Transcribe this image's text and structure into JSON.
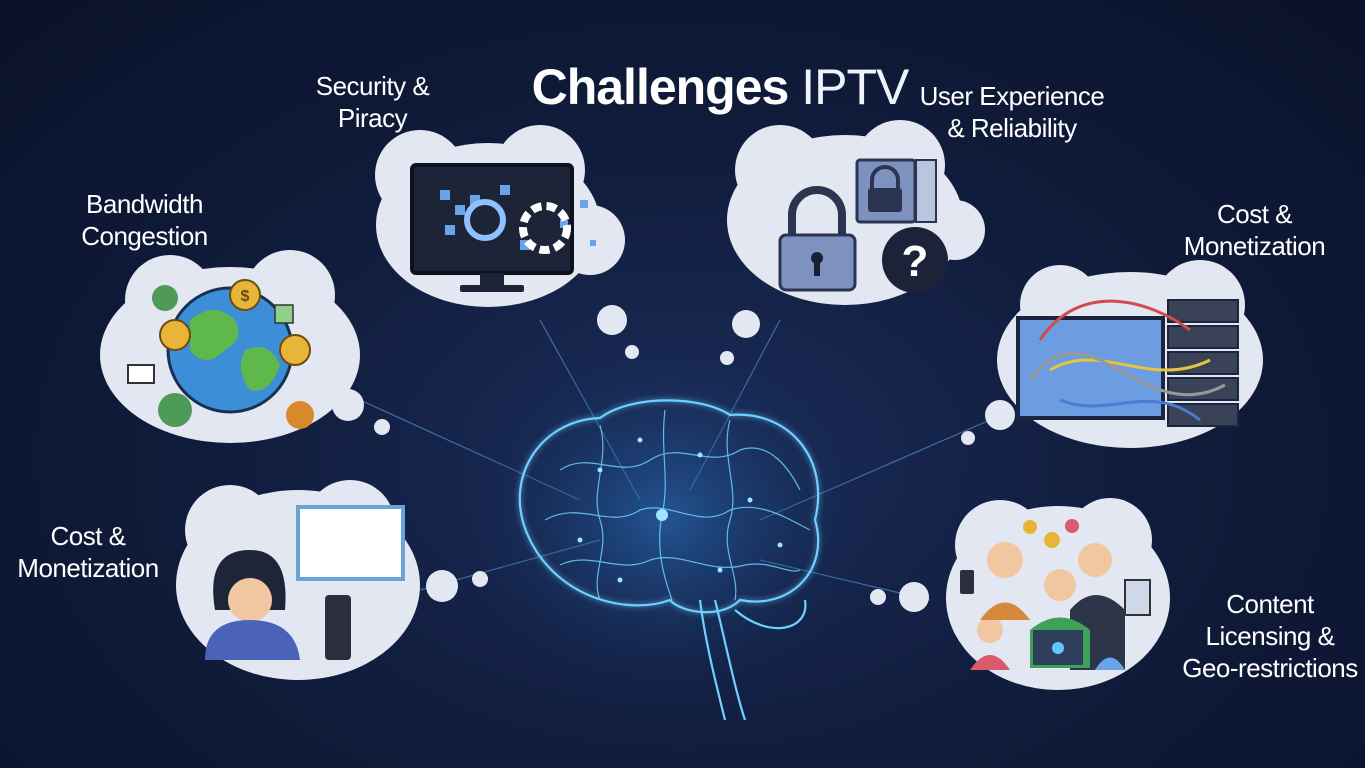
{
  "title": {
    "bold": "Challenges",
    "light": "IPTV"
  },
  "labels": {
    "security": "Security & Piracy",
    "user_experience": "User Experience & Reliability",
    "bandwidth": "Bandwidth Congestion",
    "cost_right": "Cost & Monetization",
    "cost_left": "Cost & Monetization",
    "content": "Content Licensing & Geo-restrictions"
  },
  "icons": {
    "question_mark": "?",
    "dollar": "$"
  },
  "colors": {
    "background": "#111d3e",
    "brain_glow": "#5cc8ff",
    "cloud": "#e4e8f2"
  }
}
